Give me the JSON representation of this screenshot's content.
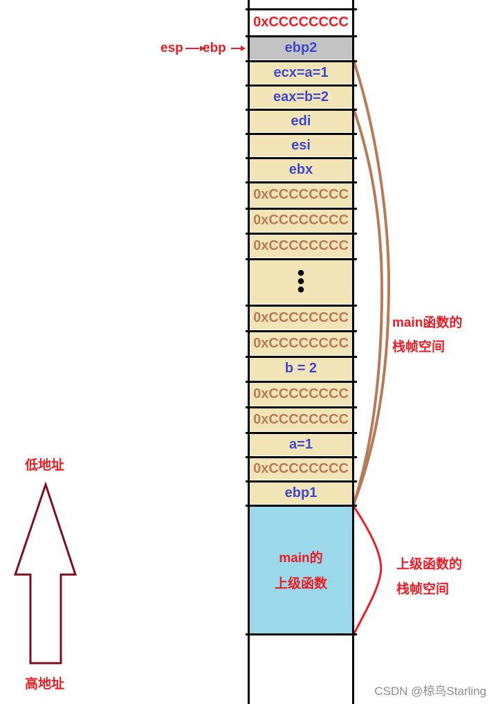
{
  "stack": {
    "cells": [
      {
        "text": "0xCCCCCCCC",
        "fill": "white",
        "color": "red"
      },
      {
        "text": "ebp2",
        "fill": "gray",
        "color": "blue"
      },
      {
        "text": "ecx=a=1",
        "fill": "tan",
        "color": "blue"
      },
      {
        "text": "eax=b=2",
        "fill": "tan",
        "color": "blue"
      },
      {
        "text": "edi",
        "fill": "tan",
        "color": "blue"
      },
      {
        "text": "esi",
        "fill": "tan",
        "color": "blue"
      },
      {
        "text": "ebx",
        "fill": "tan",
        "color": "blue"
      },
      {
        "text": "0xCCCCCCCC",
        "fill": "tan",
        "color": "brown"
      },
      {
        "text": "0xCCCCCCCC",
        "fill": "tan",
        "color": "brown"
      },
      {
        "text": "0xCCCCCCCC",
        "fill": "tan",
        "color": "brown"
      },
      {
        "text": "•\n•\n•",
        "fill": "tan",
        "color": "dots"
      },
      {
        "text": "0xCCCCCCCC",
        "fill": "tan",
        "color": "brown"
      },
      {
        "text": "0xCCCCCCCC",
        "fill": "tan",
        "color": "brown"
      },
      {
        "text": "b = 2",
        "fill": "tan",
        "color": "blue"
      },
      {
        "text": "0xCCCCCCCC",
        "fill": "tan",
        "color": "brown"
      },
      {
        "text": "0xCCCCCCCC",
        "fill": "tan",
        "color": "brown"
      },
      {
        "text": "a=1",
        "fill": "tan",
        "color": "blue"
      },
      {
        "text": "0xCCCCCCCC",
        "fill": "tan",
        "color": "brown"
      },
      {
        "text": "ebp1",
        "fill": "tan",
        "color": "blue"
      }
    ],
    "caller_block": {
      "line1": "main的",
      "line2": "上级函数"
    }
  },
  "pointers": {
    "esp_label": "esp",
    "ebp_label": "ebp"
  },
  "braces": {
    "main_frame": {
      "line1": "main函数的",
      "line2": "栈帧空间"
    },
    "caller_frame": {
      "line1": "上级函数的",
      "line2": "栈帧空间"
    }
  },
  "address_arrow": {
    "low": "低地址",
    "high": "高地址"
  },
  "watermark": "CSDN @椋鸟Starling",
  "colors": {
    "red": "#ed1c24",
    "blue": "#3f48cc",
    "brown": "#b97a57",
    "tan": "#f1e5b7",
    "gray": "#c3c3c3",
    "sky": "#9bd9ea",
    "arrow": "#7f0f1e"
  }
}
